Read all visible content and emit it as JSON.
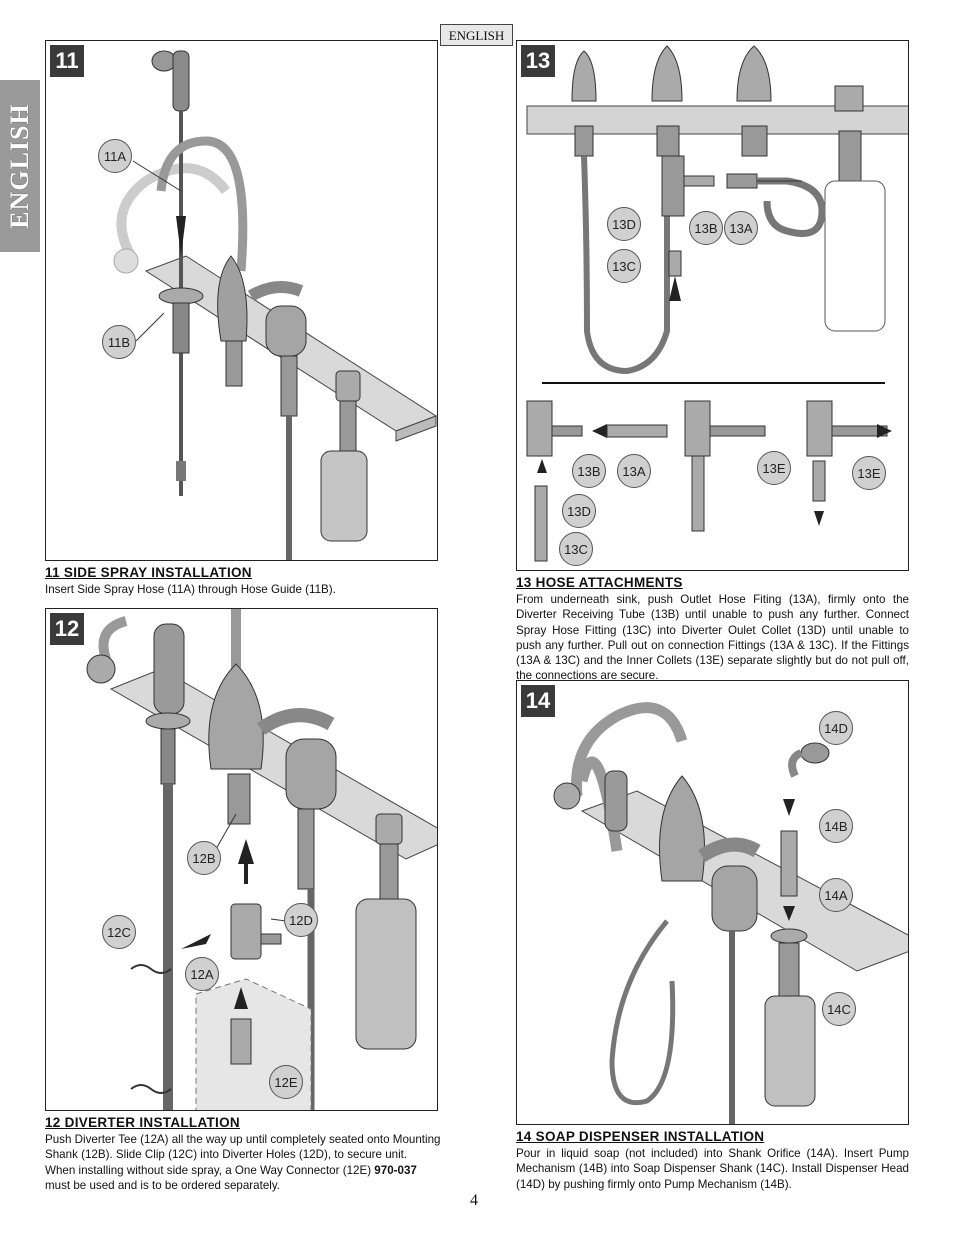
{
  "header": {
    "language_label": "ENGLISH"
  },
  "side_tab": {
    "label": "ENGLISH"
  },
  "page_number": "4",
  "steps": {
    "s11": {
      "number": "11",
      "callouts": [
        "11A",
        "11B"
      ],
      "title": "11  SIDE SPRAY INSTALLATION",
      "body": "Insert Side Spray Hose (11A) through Hose Guide (11B)."
    },
    "s12": {
      "number": "12",
      "callouts": [
        "12B",
        "12C",
        "12D",
        "12A",
        "12E"
      ],
      "title": "12  DIVERTER INSTALLATION",
      "body_1": "Push Diverter Tee (12A) all the way up until completely seated onto Mounting Shank (12B).  Slide Clip (12C) into Diverter Holes (12D), to secure unit.",
      "body_2": "When installing without side spray, a One Way Connector (12E) ",
      "part_number": "970-037",
      "body_3": " must be used and is to be ordered separately."
    },
    "s13": {
      "number": "13",
      "callouts": [
        "13D",
        "13B",
        "13A",
        "13C",
        "13B",
        "13A",
        "13D",
        "13C",
        "13E",
        "13E"
      ],
      "title": "13  HOSE ATTACHMENTS",
      "body": "From underneath sink, push Outlet Hose Fiting (13A), firmly onto the Diverter Receiving Tube (13B) until unable to push any further.  Connect Spray Hose Fitting (13C) into Diverter Oulet Collet (13D) until unable to push any further.  Pull out on connection Fittings (13A & 13C).  If the Fittings (13A & 13C) and the Inner Collets (13E) separate slightly but do not pull off, the connections are secure."
    },
    "s14": {
      "number": "14",
      "callouts": [
        "14D",
        "14B",
        "14A",
        "14C"
      ],
      "title": "14  SOAP DISPENSER INSTALLATION",
      "body": "Pour in liquid soap (not included) into Shank Orifice (14A).  Insert Pump Mechanism (14B) into Soap Dispenser Shank (14C).  Install Dispenser Head (14D) by pushing firmly onto Pump Mechanism (14B)."
    }
  },
  "colors": {
    "panel_border": "#222222",
    "step_badge": "#3a3a3a",
    "callout_fill": "#d0d0d0",
    "side_tab": "#9a9a9a"
  }
}
